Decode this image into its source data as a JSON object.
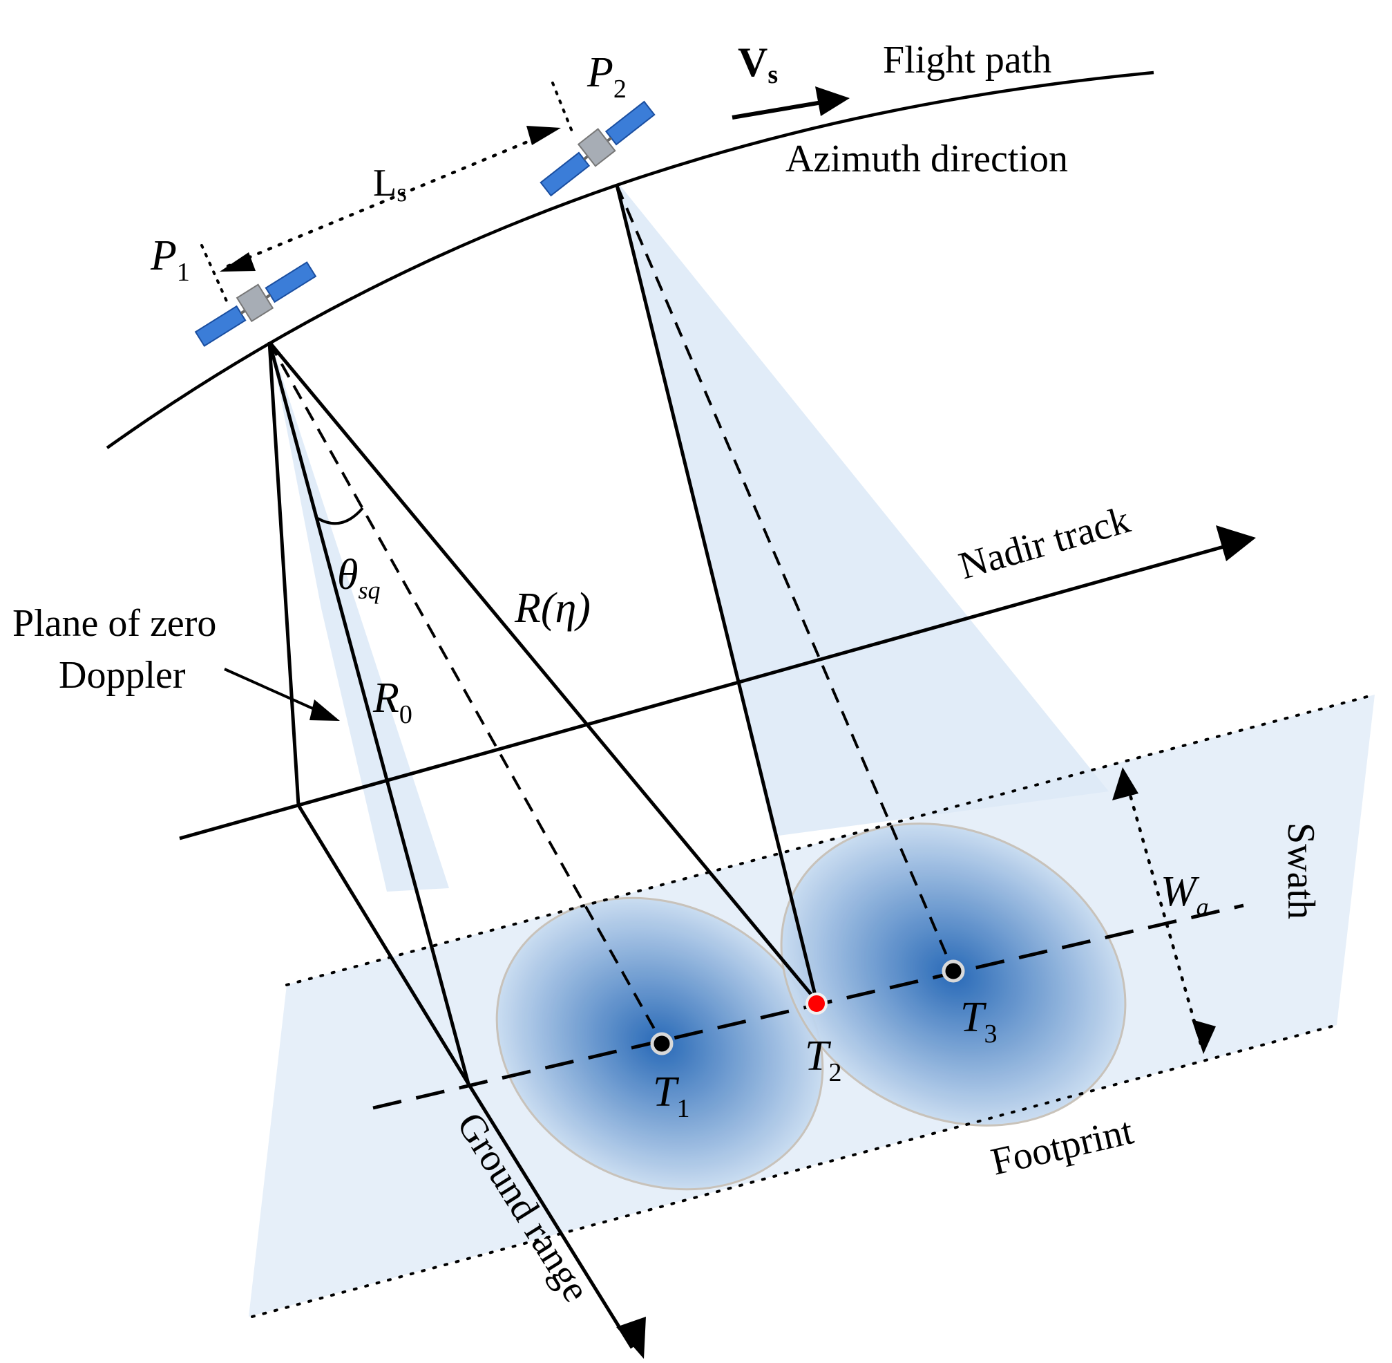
{
  "labels": {
    "flight_path": "Flight path",
    "azimuth_direction": "Azimuth direction",
    "velocity_symbol": "V",
    "velocity_sub": "s",
    "aperture_symbol": "L",
    "aperture_sub": "s",
    "p1_symbol": "P",
    "p1_sub": "1",
    "p2_symbol": "P",
    "p2_sub": "2",
    "nadir_track": "Nadir track",
    "plane_zero_doppler_line1": "Plane of zero",
    "plane_zero_doppler_line2": "Doppler",
    "theta_symbol": "θ",
    "theta_sub": "sq",
    "range_eta": "R(η)",
    "r0_symbol": "R",
    "r0_sub": "0",
    "swath": "Swath",
    "wa_symbol": "W",
    "wa_sub": "a",
    "footprint": "Footprint",
    "ground_range": "Ground range",
    "t1_symbol": "T",
    "t1_sub": "1",
    "t2_symbol": "T",
    "t2_sub": "2",
    "t3_symbol": "T",
    "t3_sub": "3"
  },
  "colors": {
    "line": "#000000",
    "beam_fill": "#dce9f7",
    "swath_fill": "#e6eff9",
    "footprint_core": "#1f63b4",
    "footprint_edge": "#c9dcf1",
    "satellite_panel": "#3b7dd8",
    "satellite_body": "#a7adb5",
    "target_marker": "#000000",
    "highlight_marker": "#ff0000"
  },
  "icons": {
    "satellite_p1": "satellite-icon",
    "satellite_p2": "satellite-icon"
  }
}
